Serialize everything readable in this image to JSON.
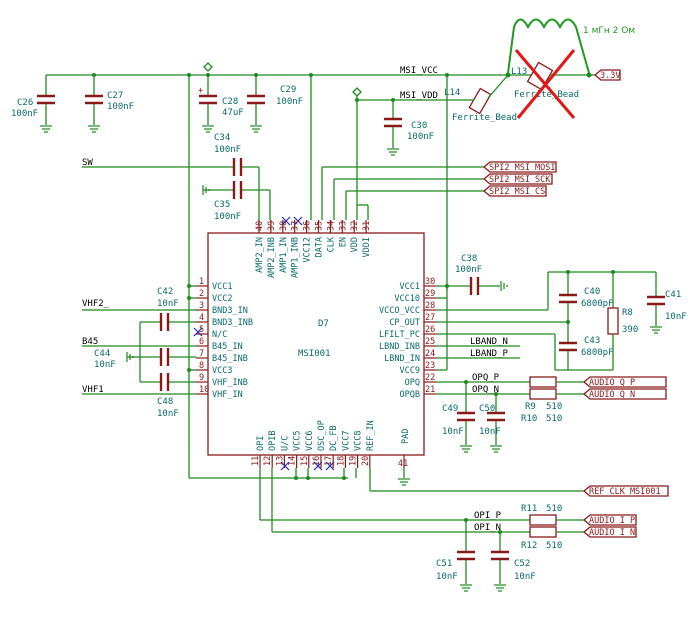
{
  "chip": {
    "ref": "D7",
    "name": "MSI001",
    "left_pins": [
      {
        "num": "1",
        "name": "VCC1"
      },
      {
        "num": "2",
        "name": "VCC2"
      },
      {
        "num": "3",
        "name": "BND3_IN"
      },
      {
        "num": "4",
        "name": "BND3_INB"
      },
      {
        "num": "5",
        "name": "N/C"
      },
      {
        "num": "6",
        "name": "B45_IN"
      },
      {
        "num": "7",
        "name": "B45_INB"
      },
      {
        "num": "8",
        "name": "VCC3"
      },
      {
        "num": "9",
        "name": "VHF_INB"
      },
      {
        "num": "10",
        "name": "VHF_IN"
      }
    ],
    "right_pins": [
      {
        "num": "30",
        "name": "VCC1"
      },
      {
        "num": "29",
        "name": "VCC10"
      },
      {
        "num": "28",
        "name": "VCCO_VCC"
      },
      {
        "num": "27",
        "name": "CP_OUT"
      },
      {
        "num": "26",
        "name": "LFILT_PC"
      },
      {
        "num": "25",
        "name": "LBND_INB"
      },
      {
        "num": "24",
        "name": "LBND_IN"
      },
      {
        "num": "23",
        "name": "VCC9"
      },
      {
        "num": "22",
        "name": "OPQ"
      },
      {
        "num": "21",
        "name": "OPQB"
      }
    ],
    "top_pins": [
      {
        "num": "40",
        "name": "AMP2_IN"
      },
      {
        "num": "39",
        "name": "AMP2_INB"
      },
      {
        "num": "38",
        "name": "AMP1_IN"
      },
      {
        "num": "37",
        "name": "AMP1_INB"
      },
      {
        "num": "36",
        "name": "VCC12"
      },
      {
        "num": "35",
        "name": "DATA"
      },
      {
        "num": "34",
        "name": "CLK"
      },
      {
        "num": "33",
        "name": "EN"
      },
      {
        "num": "32",
        "name": "VDD"
      },
      {
        "num": "31",
        "name": "VDDI"
      }
    ],
    "bottom_pins": [
      {
        "num": "11",
        "name": "OPI"
      },
      {
        "num": "12",
        "name": "OPIB"
      },
      {
        "num": "13",
        "name": "U/C"
      },
      {
        "num": "14",
        "name": "VCC5"
      },
      {
        "num": "15",
        "name": "VCC6"
      },
      {
        "num": "16",
        "name": "OSC_OP"
      },
      {
        "num": "17",
        "name": "DC_FB"
      },
      {
        "num": "18",
        "name": "VCC7"
      },
      {
        "num": "19",
        "name": "VCC8"
      },
      {
        "num": "20",
        "name": "REF_IN"
      }
    ],
    "pad": {
      "num": "41",
      "name": "PAD"
    }
  },
  "components": {
    "c26": {
      "ref": "C26",
      "value": "100nF"
    },
    "c27": {
      "ref": "C27",
      "value": "100nF"
    },
    "c28": {
      "ref": "C28",
      "value": "47uF"
    },
    "c29": {
      "ref": "C29",
      "value": "100nF"
    },
    "c30": {
      "ref": "C30",
      "value": "100nF"
    },
    "c34": {
      "ref": "C34",
      "value": "100nF"
    },
    "c35": {
      "ref": "C35",
      "value": "100nF"
    },
    "c38": {
      "ref": "C38",
      "value": "100nF"
    },
    "c40": {
      "ref": "C40",
      "value": "6800pF"
    },
    "c41": {
      "ref": "C41",
      "value": "10nF"
    },
    "c42": {
      "ref": "C42",
      "value": "10nF"
    },
    "c43": {
      "ref": "C43",
      "value": "6800pF"
    },
    "c44": {
      "ref": "C44",
      "value": "10nF"
    },
    "c48": {
      "ref": "C48",
      "value": "10nF"
    },
    "c49": {
      "ref": "C49",
      "value": "10nF"
    },
    "c50": {
      "ref": "C50",
      "value": "10nF"
    },
    "c51": {
      "ref": "C51",
      "value": "10nF"
    },
    "c52": {
      "ref": "C52",
      "value": "10nF"
    },
    "r8": {
      "ref": "R8",
      "value": "390"
    },
    "r9": {
      "ref": "R9",
      "value": "510"
    },
    "r10": {
      "ref": "R10",
      "value": "510"
    },
    "r11": {
      "ref": "R11",
      "value": "510"
    },
    "r12": {
      "ref": "R12",
      "value": "510"
    },
    "l13": {
      "ref": "L13",
      "value": "Ferrite_Bead"
    },
    "l14": {
      "ref": "L14",
      "value": "Ferrite_Bead"
    }
  },
  "nets": {
    "msi_vcc": "MSI_VCC",
    "msi_vdd": "MSI_VDD",
    "sw": "SW",
    "vhf2": "VHF2_",
    "b45": "B45_",
    "vhf1": "VHF1_",
    "lband_n": "LBAND_N",
    "lband_p": "LBAND_P",
    "opq_p": "OPQ_P",
    "opq_n": "OPQ_N",
    "opi_p": "OPI_P",
    "opi_n": "OPI_N"
  },
  "global_labels": {
    "spi_mosi": "SPI2_MSI_MOSI",
    "spi_sck": "SPI2_MSI_SCK",
    "spi_cs": "SPI2_MSI_CS",
    "supply": "3.3V",
    "audio_q_p": "AUDIO_Q_P",
    "audio_q_n": "AUDIO_Q_N",
    "audio_i_p": "AUDIO_I_P",
    "audio_i_n": "AUDIO_I_N",
    "ref_clk": "REF_CLK_MSI001"
  },
  "annotation": {
    "note": "1 мГн 2 Ом"
  },
  "colors": {
    "wire": "#1f8a1f",
    "component": "#8a1a1a",
    "reference": "#0a6b6b",
    "cross_out": "#e01818",
    "note": "#1f9a1f"
  }
}
